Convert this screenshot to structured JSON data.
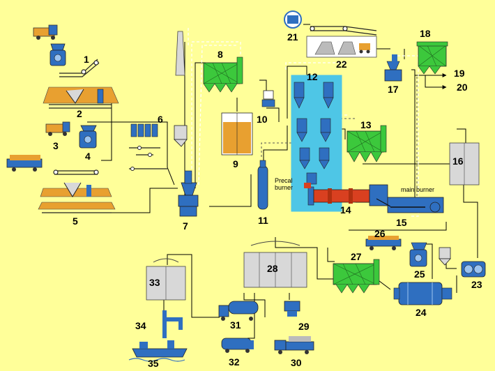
{
  "labels": {
    "n1": "1",
    "n2": "2",
    "n3": "3",
    "n4": "4",
    "n5": "5",
    "n6": "6",
    "n7": "7",
    "n8": "8",
    "n9": "9",
    "n10": "10",
    "n11": "11",
    "n12": "12",
    "n13": "13",
    "n14": "14",
    "n15": "15",
    "n16": "16",
    "n17": "17",
    "n18": "18",
    "n19": "19",
    "n20": "20",
    "n21": "21",
    "n22": "22",
    "n23": "23",
    "n24": "24",
    "n25": "25",
    "n26": "26",
    "n27": "27",
    "n28": "28",
    "n29": "29",
    "n30": "30",
    "n31": "31",
    "n32": "32",
    "n33": "33",
    "n34": "34",
    "n35": "35"
  },
  "annotations": {
    "precal_burner_line1": "Precal",
    "precal_burner_line2": "burner",
    "main_burner": "main burner"
  },
  "colors": {
    "background": "#FFFF99",
    "equipment_blue": "#2F6FC0",
    "filter_green": "#3CC83C",
    "kiln_red": "#D94020",
    "tower_cyan": "#4EC6E6",
    "stockpile_orange": "#E8A030",
    "silo_grey": "#D8D8D8"
  }
}
